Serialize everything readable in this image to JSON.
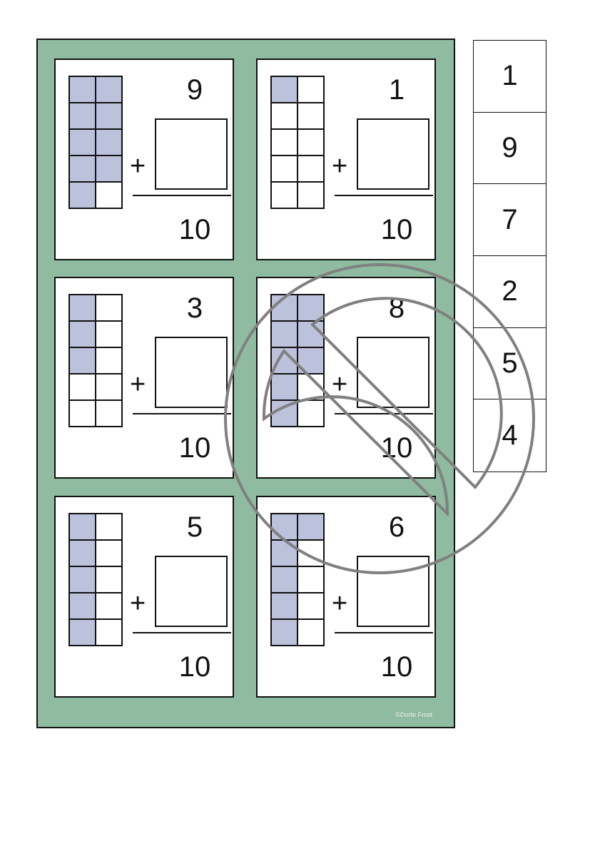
{
  "cards": [
    {
      "filled": 9,
      "top": "9",
      "total": "10",
      "plus": "+"
    },
    {
      "filled": 1,
      "top": "1",
      "total": "10",
      "plus": "+"
    },
    {
      "filled": 3,
      "top": "3",
      "total": "10",
      "plus": "+"
    },
    {
      "filled": 8,
      "top": "8",
      "total": "10",
      "plus": "+"
    },
    {
      "filled": 5,
      "top": "5",
      "total": "10",
      "plus": "+"
    },
    {
      "filled": 6,
      "top": "6",
      "total": "10",
      "plus": "+"
    }
  ],
  "answer_strip": [
    "1",
    "9",
    "7",
    "2",
    "5",
    "4"
  ],
  "copyright": "©Dorte Frost",
  "colors": {
    "board": "#8fbba0",
    "filled_cell": "#bcc2dc",
    "watermark": "#808080"
  }
}
